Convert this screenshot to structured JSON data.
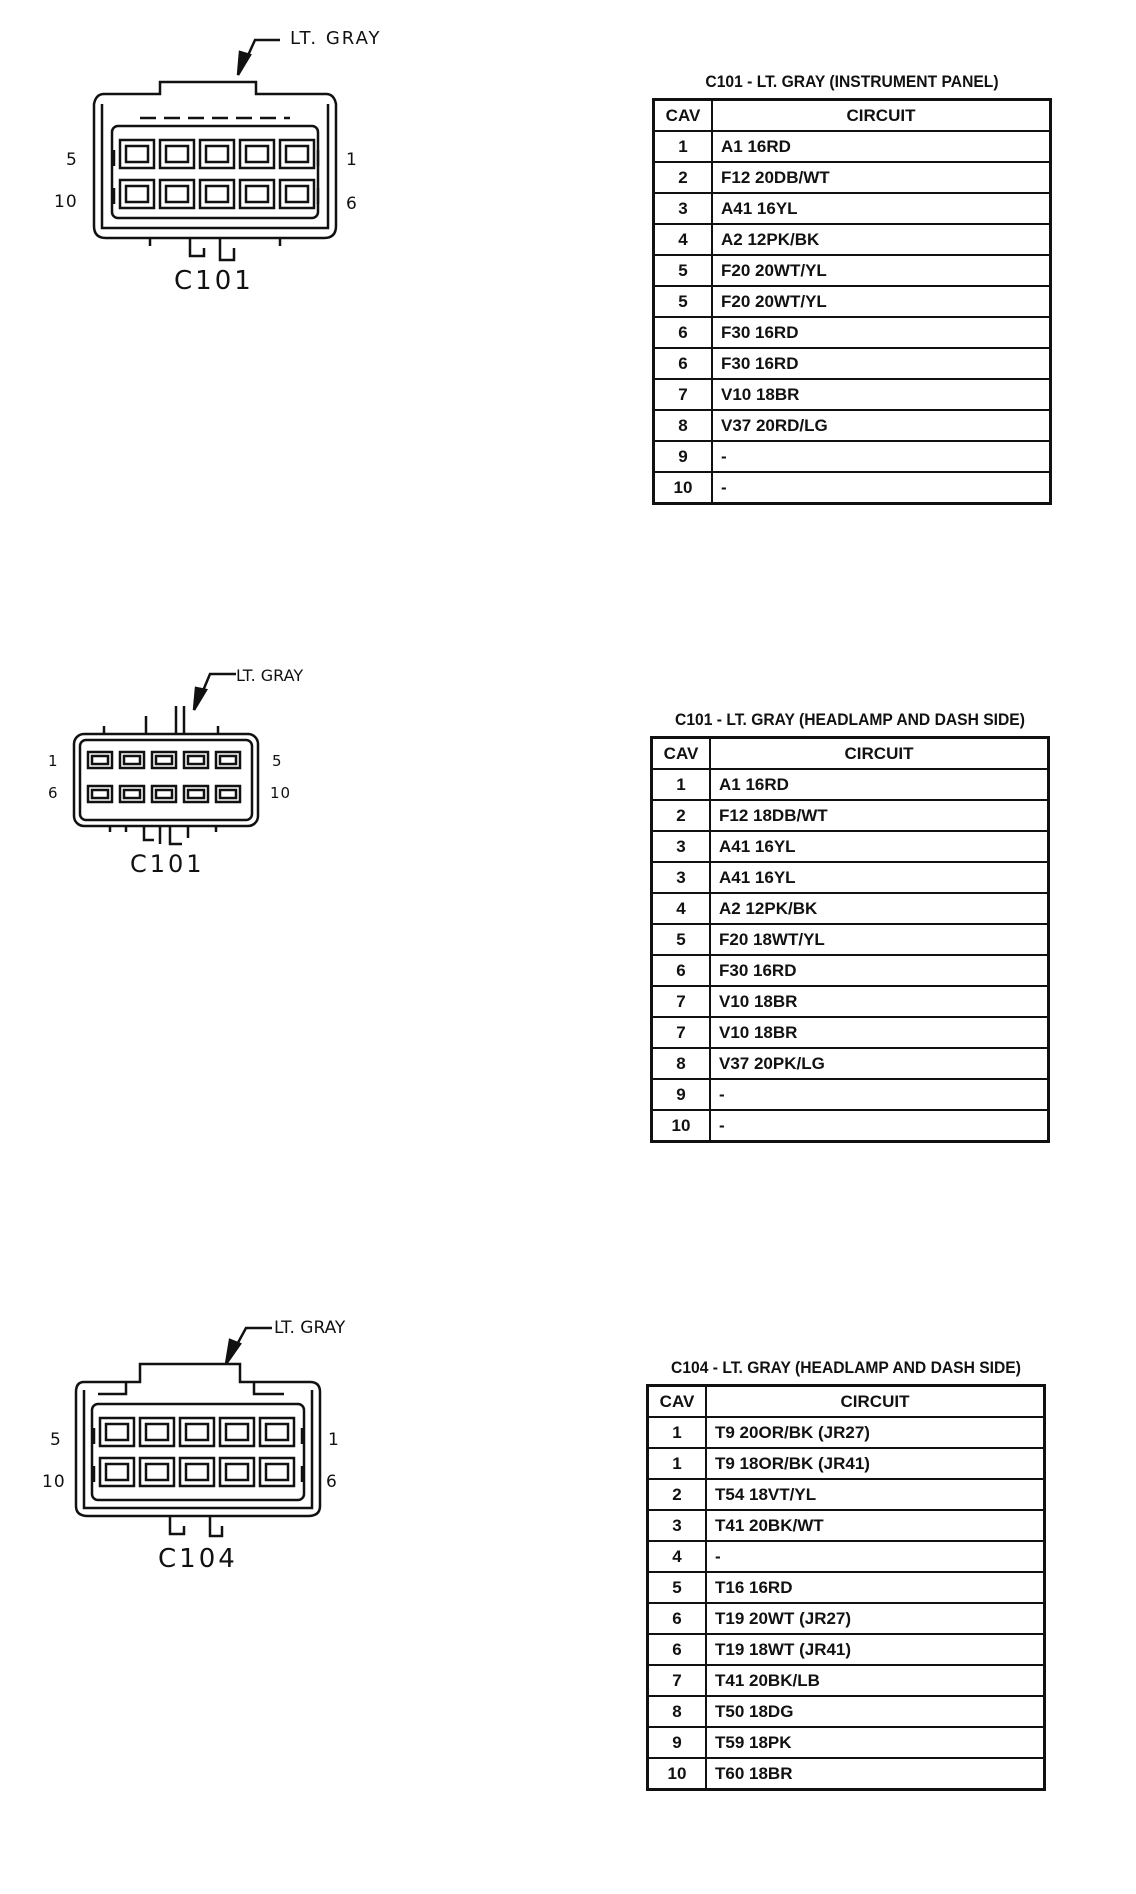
{
  "connectors": [
    {
      "id": "c101-instrument-panel",
      "name": "C101",
      "color_label": "LT. GRAY",
      "pin_left_top": "5",
      "pin_left_bottom": "10",
      "pin_right_top": "1",
      "pin_right_bottom": "6",
      "table_title": "C101 - LT. GRAY (INSTRUMENT PANEL)",
      "header": {
        "cav": "CAV",
        "circuit": "CIRCUIT"
      },
      "rows": [
        {
          "cav": "1",
          "circuit": "A1 16RD"
        },
        {
          "cav": "2",
          "circuit": "F12 20DB/WT"
        },
        {
          "cav": "3",
          "circuit": "A41 16YL"
        },
        {
          "cav": "4",
          "circuit": "A2 12PK/BK"
        },
        {
          "cav": "5",
          "circuit": "F20 20WT/YL"
        },
        {
          "cav": "5",
          "circuit": "F20 20WT/YL"
        },
        {
          "cav": "6",
          "circuit": "F30 16RD"
        },
        {
          "cav": "6",
          "circuit": "F30 16RD"
        },
        {
          "cav": "7",
          "circuit": "V10 18BR"
        },
        {
          "cav": "8",
          "circuit": "V37 20RD/LG"
        },
        {
          "cav": "9",
          "circuit": "-"
        },
        {
          "cav": "10",
          "circuit": "-"
        }
      ]
    },
    {
      "id": "c101-headlamp-dash",
      "name": "C101",
      "color_label": "LT. GRAY",
      "pin_left_top": "1",
      "pin_left_bottom": "6",
      "pin_right_top": "5",
      "pin_right_bottom": "10",
      "table_title": "C101 - LT. GRAY (HEADLAMP AND DASH SIDE)",
      "header": {
        "cav": "CAV",
        "circuit": "CIRCUIT"
      },
      "rows": [
        {
          "cav": "1",
          "circuit": "A1 16RD"
        },
        {
          "cav": "2",
          "circuit": "F12 18DB/WT"
        },
        {
          "cav": "3",
          "circuit": "A41 16YL"
        },
        {
          "cav": "3",
          "circuit": "A41 16YL"
        },
        {
          "cav": "4",
          "circuit": "A2 12PK/BK"
        },
        {
          "cav": "5",
          "circuit": "F20 18WT/YL"
        },
        {
          "cav": "6",
          "circuit": "F30 16RD"
        },
        {
          "cav": "7",
          "circuit": "V10 18BR"
        },
        {
          "cav": "7",
          "circuit": "V10 18BR"
        },
        {
          "cav": "8",
          "circuit": "V37 20PK/LG"
        },
        {
          "cav": "9",
          "circuit": "-"
        },
        {
          "cav": "10",
          "circuit": "-"
        }
      ]
    },
    {
      "id": "c104-headlamp-dash",
      "name": "C104",
      "color_label": "LT. GRAY",
      "pin_left_top": "5",
      "pin_left_bottom": "10",
      "pin_right_top": "1",
      "pin_right_bottom": "6",
      "table_title": "C104 - LT. GRAY (HEADLAMP AND DASH SIDE)",
      "header": {
        "cav": "CAV",
        "circuit": "CIRCUIT"
      },
      "rows": [
        {
          "cav": "1",
          "circuit": "T9 20OR/BK (JR27)"
        },
        {
          "cav": "1",
          "circuit": "T9 18OR/BK (JR41)"
        },
        {
          "cav": "2",
          "circuit": "T54 18VT/YL"
        },
        {
          "cav": "3",
          "circuit": "T41 20BK/WT"
        },
        {
          "cav": "4",
          "circuit": "-"
        },
        {
          "cav": "5",
          "circuit": "T16 16RD"
        },
        {
          "cav": "6",
          "circuit": "T19 20WT (JR27)"
        },
        {
          "cav": "6",
          "circuit": "T19 18WT (JR41)"
        },
        {
          "cav": "7",
          "circuit": "T41 20BK/LB"
        },
        {
          "cav": "8",
          "circuit": "T50 18DG"
        },
        {
          "cav": "9",
          "circuit": "T59 18PK"
        },
        {
          "cav": "10",
          "circuit": "T60 18BR"
        }
      ]
    }
  ]
}
